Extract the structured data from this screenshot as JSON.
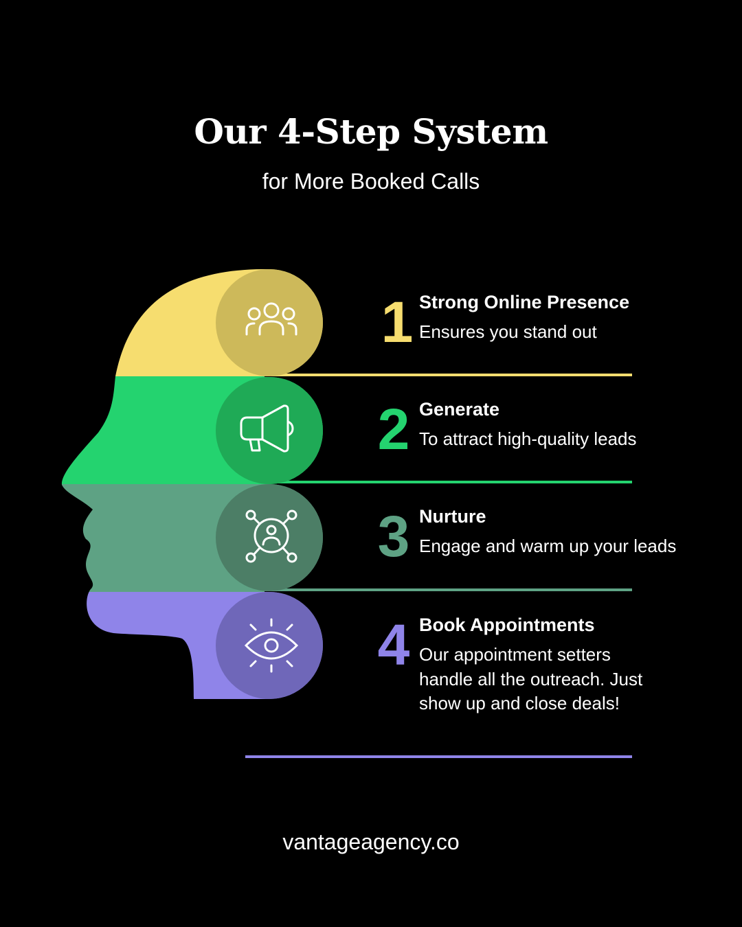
{
  "header": {
    "title": "Our 4-Step System",
    "subtitle": "for More Booked Calls"
  },
  "colors": {
    "background": "#000000",
    "step1": "#f6dd6f",
    "step1_circle": "#cdb95a",
    "step2": "#24d36f",
    "step2_circle": "#1faa56",
    "step3": "#5ea284",
    "step3_circle": "#4c7e66",
    "step4": "#8f84e9",
    "step4_circle": "#6f67b9"
  },
  "steps": [
    {
      "number": "1",
      "title": "Strong Online Presence",
      "description": "Ensures you stand out",
      "icon": "people-group-icon"
    },
    {
      "number": "2",
      "title": "Generate",
      "description": "To attract high-quality leads",
      "icon": "megaphone-icon"
    },
    {
      "number": "3",
      "title": "Nurture",
      "description": "Engage and warm up your leads",
      "icon": "network-user-icon"
    },
    {
      "number": "4",
      "title": "Book Appointments",
      "description": "Our appointment setters handle all the outreach. Just show up and close deals!",
      "icon": "eye-icon"
    }
  ],
  "footer": {
    "website": "vantageagency.co"
  }
}
